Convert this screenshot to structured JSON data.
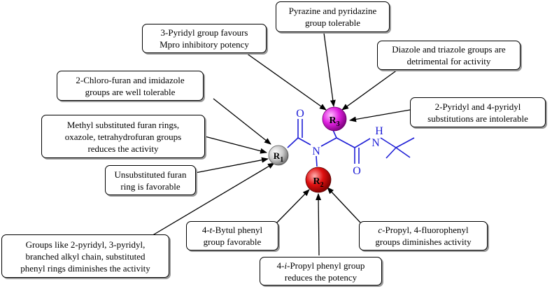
{
  "annotations": {
    "pyrazine": [
      "Pyrazine and pyridazine",
      "group tolerable"
    ],
    "pyridyl3": [
      "3-Pyridyl group favours",
      "Mpro inhibitory potency"
    ],
    "diazole": [
      "Diazole and triazole groups are",
      "detrimental for activity"
    ],
    "chlorofuran": [
      "2-Chloro-furan and imidazole",
      "groups are well tolerable"
    ],
    "pyridyl24": [
      "2-Pyridyl and 4-pyridyl",
      "substitutions are intolerable"
    ],
    "methylfuran": [
      "Methyl substituted furan rings,",
      "oxazole, tetrahydrofuran groups",
      "reduces the activity"
    ],
    "unsubfuran": [
      "Unsubstituted furan",
      "ring is favorable"
    ],
    "groupslike": [
      "Groups like 2-pyridyl, 3-pyridyl,",
      "branched alkyl chain, substituted",
      "phenyl rings diminishes the activity"
    ],
    "tbutyl": [
      "4-t-Bytul phenyl",
      "group favorable"
    ],
    "cpropyl": [
      "c-Propyl, 4-fluorophenyl",
      "groups diminishes activity"
    ],
    "ipropyl": [
      "4-i-Propyl phenyl group",
      "reduces the potency"
    ]
  },
  "molecule": {
    "r1": "R1",
    "r2": "R2",
    "r3": "R3",
    "atom_o1": "O",
    "atom_o2": "O",
    "atom_n": "N",
    "atom_nh_n": "N",
    "atom_nh_h": "H",
    "bond_color": "#1f1fd6",
    "r1_color": "#c8c8c8",
    "r2_color": "#e01010",
    "r3_color": "#e020e0"
  }
}
